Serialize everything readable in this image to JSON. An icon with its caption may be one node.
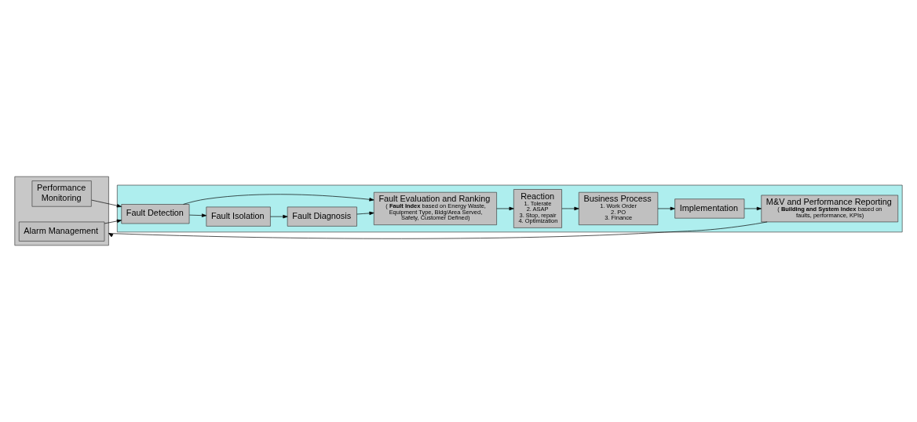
{
  "diagram": {
    "nodes": [
      {
        "text": [],
        "shape": "box"
      },
      {
        "text": [
          "Performance Monitoring"
        ],
        "in": 0
      },
      {
        "text": [
          "Alarm Management"
        ],
        "in": 0
      },
      {
        "text": [],
        "shape": "box"
      },
      {
        "text": [
          "Fault Detection"
        ],
        "in": 3
      },
      {
        "text": [
          "Fault Isolation"
        ],
        "in": 3
      },
      {
        "text": [
          "Fault Diagnosis"
        ],
        "in": 3
      },
      {
        "text": [
          "Fault Evaluation and Ranking",
          "(**Fault Index** based on Energy Waste, Equipment Type, Bldg/Area Served, Safety, Customer Defined)"
        ],
        "in": 3
      },
      {
        "text": [
          "Reaction",
          "1. Tolerate",
          "2. ASAP",
          "3. Stop, repair",
          "4. Optimization"
        ],
        "in": 3
      },
      {
        "text": [
          "Business Process",
          "1. Work Order",
          "2. PO",
          "3. Finance"
        ],
        "in": 3
      },
      {
        "text": [
          "Implementation"
        ],
        "in": 3
      },
      {
        "text": [
          "M&V and Performance Reporting",
          "(**Building and System Index** based on faults, performance, KPIs)"
        ],
        "in": 3
      }
    ],
    "edges": [
      {
        "from": 1,
        "to": 4,
        "arrow": "to"
      },
      {
        "from": 2,
        "to": 4,
        "arrow": "to"
      },
      {
        "from": 4,
        "to": 5,
        "arrow": "to"
      },
      {
        "from": 5,
        "to": 6,
        "arrow": "to"
      },
      {
        "from": 4,
        "to": 7,
        "arrow": "to"
      },
      {
        "from": 6,
        "to": 7,
        "arrow": "to"
      },
      {
        "from": 7,
        "to": 8,
        "arrow": "to"
      },
      {
        "from": 8,
        "to": 9,
        "arrow": "to"
      },
      {
        "from": 9,
        "to": 10,
        "arrow": "to"
      },
      {
        "from": 10,
        "to": 11,
        "arrow": "to"
      },
      {
        "from": 11,
        "to": 0,
        "arrow": "to"
      }
    ]
  }
}
